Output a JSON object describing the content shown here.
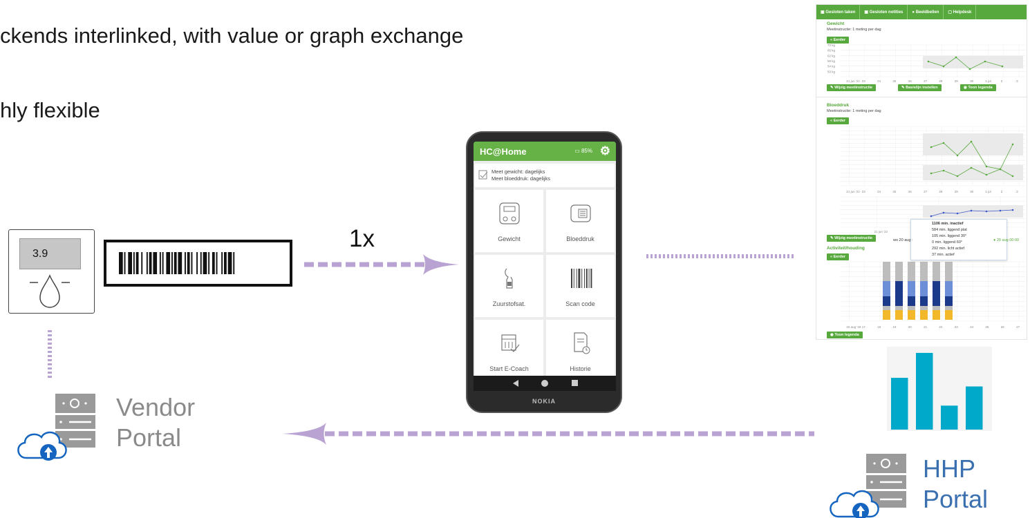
{
  "headline": {
    "line1": "ckends interlinked, with value or graph exchange",
    "line2": "hly flexible"
  },
  "device": {
    "reading": "3.9"
  },
  "arrow_label": "1x",
  "phone": {
    "app_title": "HC@Home",
    "battery": "85%",
    "tasks": [
      "Meet gewicht: dagelijks",
      "Meet bloeddruk: dagelijks"
    ],
    "tiles": [
      {
        "label": "Gewicht",
        "icon": "scale-icon"
      },
      {
        "label": "Bloeddruk",
        "icon": "blood-pressure-icon"
      },
      {
        "label": "Zuurstofsat.",
        "icon": "pulse-oximeter-icon"
      },
      {
        "label": "Scan code",
        "icon": "barcode-icon"
      },
      {
        "label": "Start E-Coach",
        "icon": "calendar-icon"
      },
      {
        "label": "Historie",
        "icon": "history-icon"
      }
    ],
    "brand": "NOKIA"
  },
  "vendor_portal": {
    "line1": "Vendor",
    "line2": "Portal"
  },
  "hhp_portal": {
    "line1": "HHP",
    "line2": "Portal"
  },
  "web": {
    "tabs": [
      "Gesloten taken",
      "Gesloten notities",
      "Beeldbellen",
      "Helpdesk"
    ],
    "gewicht": {
      "title": "Gewicht",
      "instruction": "Meetinstructie: 1 meting per dag",
      "older": "« Eerder",
      "y_ticks": [
        "70 kg",
        "66 kg",
        "62 kg",
        "58 kg",
        "54 kg",
        "50 kg"
      ],
      "x_ticks": [
        "21 jun '22",
        "23",
        "24",
        "25",
        "26",
        "27",
        "28",
        "29",
        "30",
        "1 jul",
        "2",
        "3"
      ],
      "buttons": [
        "Wijzig meetinstructie",
        "Basislijn instellen",
        "Toon legenda"
      ]
    },
    "bloeddruk": {
      "title": "Bloeddruk",
      "instruction": "Meetinstructie: 1 meting per dag",
      "older": "« Eerder",
      "x_ticks": [
        "21 jun '22",
        "23",
        "24",
        "25",
        "26",
        "27",
        "28",
        "29",
        "30",
        "1 jul",
        "2",
        "3"
      ],
      "buttons": [
        "Wijzig meetinstructie"
      ]
    },
    "activiteit": {
      "title": "Activiteit/houding",
      "older": "« Eerder",
      "x_ticks": [
        "16 aug '19",
        "17",
        "18",
        "19",
        "20",
        "21",
        "22",
        "23",
        "24",
        "25",
        "26",
        "27"
      ],
      "button": "Toon legenda"
    },
    "tooltip": {
      "date": "wo 20 aug :",
      "legend_entry": "20 aug 00:00",
      "rows": [
        "1106 min. inactief",
        "584 min. liggend plat",
        "105 min. liggend 30°",
        "0 min. liggend 60°",
        "292 min. licht actief",
        "37 min. actief"
      ]
    }
  },
  "colors": {
    "green": "#57a93d",
    "arrow": "#b9a3d3",
    "bar_blue": "#00a9c9",
    "cloud_blue": "#1565c0",
    "server_grey": "#9a9a9a"
  },
  "chart_data": {
    "type": "bar",
    "categories": [
      "",
      "",
      "",
      ""
    ],
    "values": [
      54,
      80,
      25,
      45
    ],
    "ylim": [
      0,
      85
    ]
  }
}
